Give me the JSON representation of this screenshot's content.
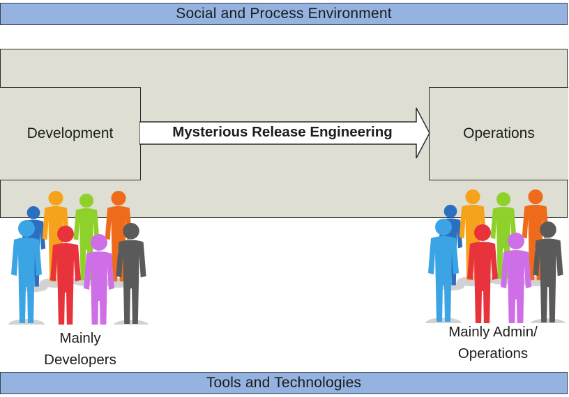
{
  "top_band": {
    "label": "Social and Process Environment"
  },
  "stages": {
    "development": "Development",
    "operations": "Operations"
  },
  "arrow": {
    "label": "Mysterious Release Engineering"
  },
  "groups": {
    "developers": {
      "line1": "Mainly",
      "line2": "Developers"
    },
    "operations": {
      "line1": "Mainly Admin/",
      "line2": "Operations"
    }
  },
  "bottom_band": {
    "label": "Tools and Technologies"
  },
  "colors": {
    "band_fill": "#95b3e0",
    "environment_fill": "#dedfd2",
    "arrow_fill": "#ffffff",
    "people": [
      "#2b6fc0",
      "#f7a21b",
      "#8fd12b",
      "#ef6b1c",
      "#3aa4e4",
      "#e8333c",
      "#cf6fe8",
      "#5a5a5a"
    ],
    "shadow": "#d2d2d2"
  },
  "icons": {
    "arrow": "right-arrow-icon",
    "person": "person-icon"
  }
}
